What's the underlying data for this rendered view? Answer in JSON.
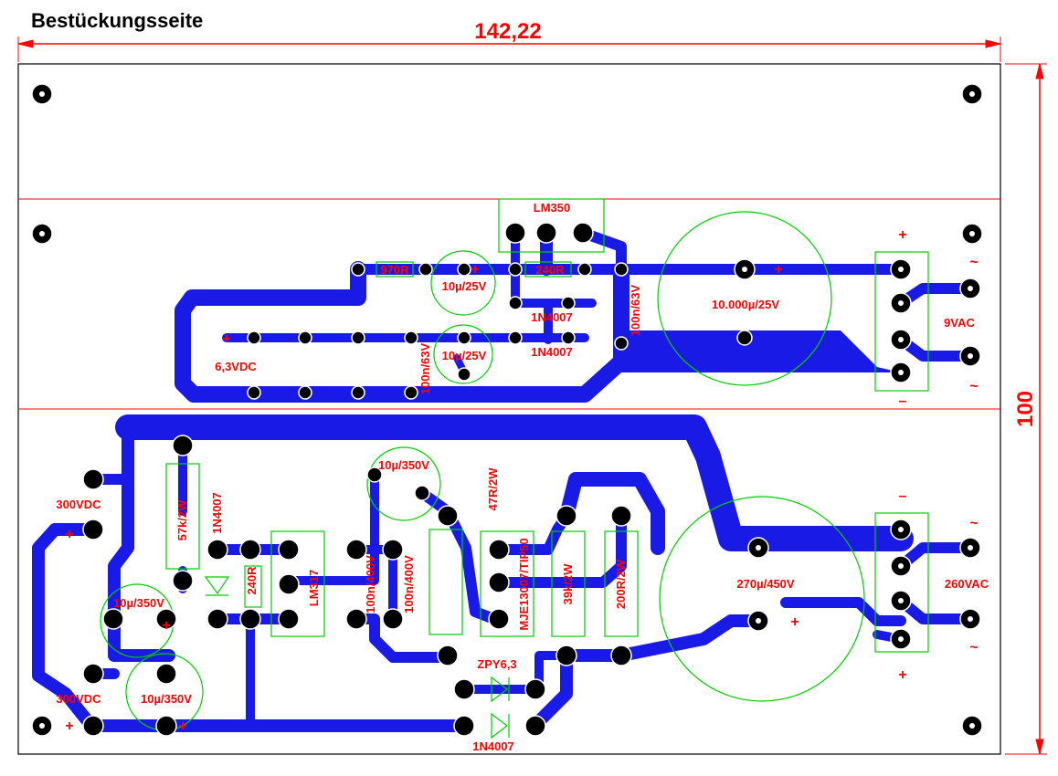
{
  "title": "Bestückungsseite",
  "dimensions": {
    "width": "142,22",
    "height": "100"
  },
  "colors": {
    "trace": "#1a1ae6",
    "silkscreen": "#ff0000",
    "outline": "#00cc00",
    "pad": "#000000"
  },
  "labels": {
    "lm350": "LM350",
    "r970": "970R",
    "r240_top": "240R",
    "c10u25_a": "10µ/25V",
    "c10u25_b": "10µ/25V",
    "d1n4007_a": "1N4007",
    "d1n4007_b": "1N4007",
    "c100n63_a": "100n/63V",
    "c100n63_b": "100n/63V",
    "c10000u": "10.000µ/25V",
    "vac9": "9VAC",
    "vdc63": "6,3VDC",
    "vdc300_a": "300VDC",
    "vdc300_b": "300VDC",
    "r57k": "57k/2W",
    "d1n4007_c": "1N4007",
    "c10u350_a": "10µ/350V",
    "c10u350_b": "10µ/350V",
    "c10u350_c": "10µ/350V",
    "r240_bot": "240R",
    "lm317": "LM317",
    "c100n400_a": "100n/400V",
    "c100n400_b": "100n/400V",
    "r47": "47R/2W",
    "mje": "MJE13007/TIP50",
    "r39k": "39k/2W",
    "r200": "200R/2W",
    "c270u": "270µ/450V",
    "vac260": "260VAC",
    "zpy": "ZPY6,3",
    "d1n4007_d": "1N4007",
    "plus": "+",
    "tilde": "~",
    "minus": "–"
  }
}
